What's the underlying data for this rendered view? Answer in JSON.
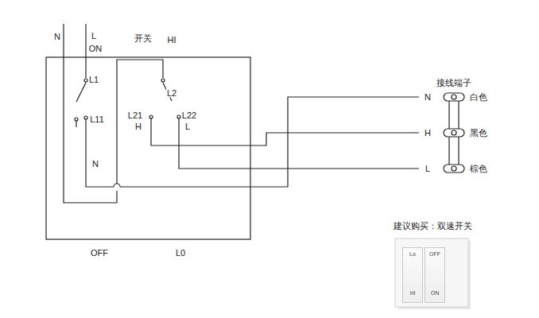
{
  "diagram": {
    "nodes": [
      {
        "text": [
          "Lo",
          "Hi"
        ]
      },
      {
        "text": [
          "OFF",
          "ON"
        ]
      }
    ],
    "labels": [
      "N",
      "L",
      "ON",
      "开关",
      "HI",
      "L1",
      "L11",
      "N",
      "L2",
      "L21",
      "H",
      "L22",
      "L",
      "OFF",
      "L0",
      "接线端子",
      "N",
      "H",
      "L",
      "白色",
      "黑色",
      "棕色",
      "建议购买：双速开关"
    ]
  }
}
